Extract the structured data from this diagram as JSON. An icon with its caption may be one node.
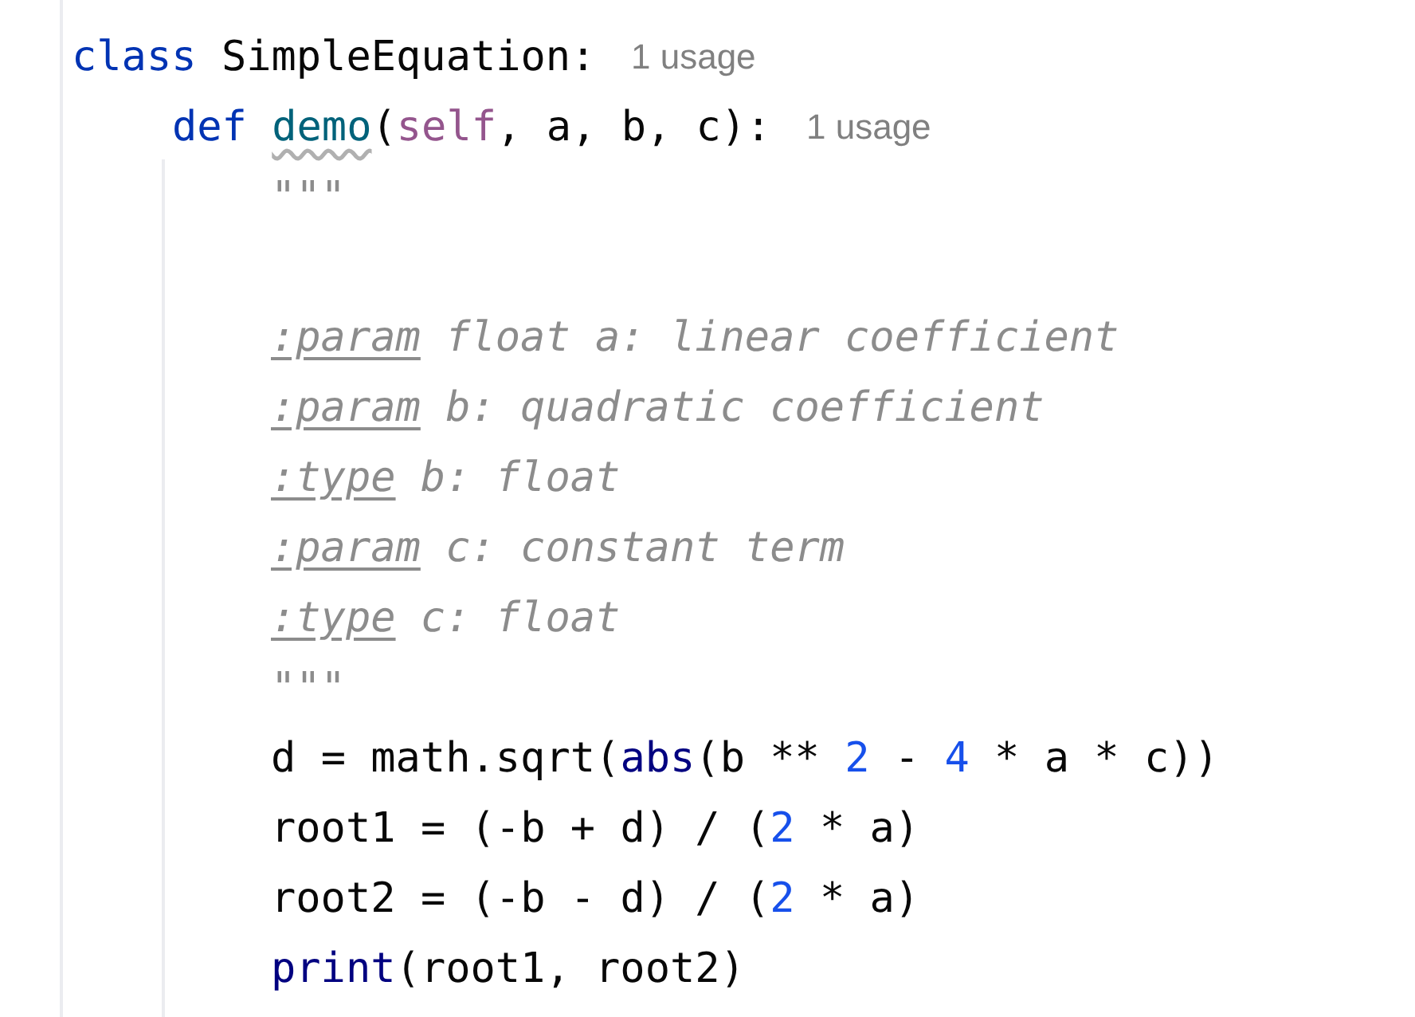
{
  "diagram": {
    "labels": [
      "class SimpleEquation:",
      "1 usage",
      "def demo(self, a, b, c):",
      "1 usage",
      "\"\"\"",
      ":param float a: linear coefficient",
      ":param b: quadratic coefficient",
      ":type b: float",
      ":param c: constant term",
      ":type c: float",
      "\"\"\"",
      "d = math.sqrt(abs(b ** 2 - 4 * a * c))",
      "root1 = (-b + d) / (2 * a)",
      "root2 = (-b - d) / (2 * a)",
      "print(root1, root2)"
    ]
  }
}
